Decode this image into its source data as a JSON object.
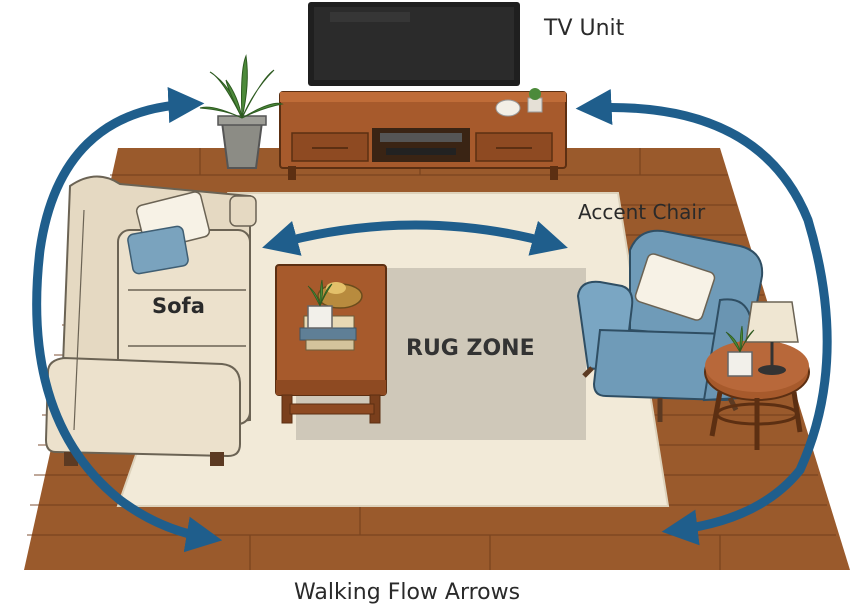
{
  "labels": {
    "tv_unit": "TV Unit",
    "accent_chair": "Accent Chair",
    "sofa": "Sofa",
    "rug_zone": "RUG ZONE",
    "walking_flow": "Walking Flow Arrows"
  },
  "colors": {
    "floor": "#9a5a2c",
    "floor_plank_line": "#6e3c1a",
    "rug": "#f2ead8",
    "rug_zone": "#c9c2b4",
    "wood_furniture": "#a75a2c",
    "sofa": "#ece1cc",
    "chair": "#6f9bb8",
    "flow_arrow": "#1f5e8c",
    "tv_screen": "#2b2b2b"
  }
}
